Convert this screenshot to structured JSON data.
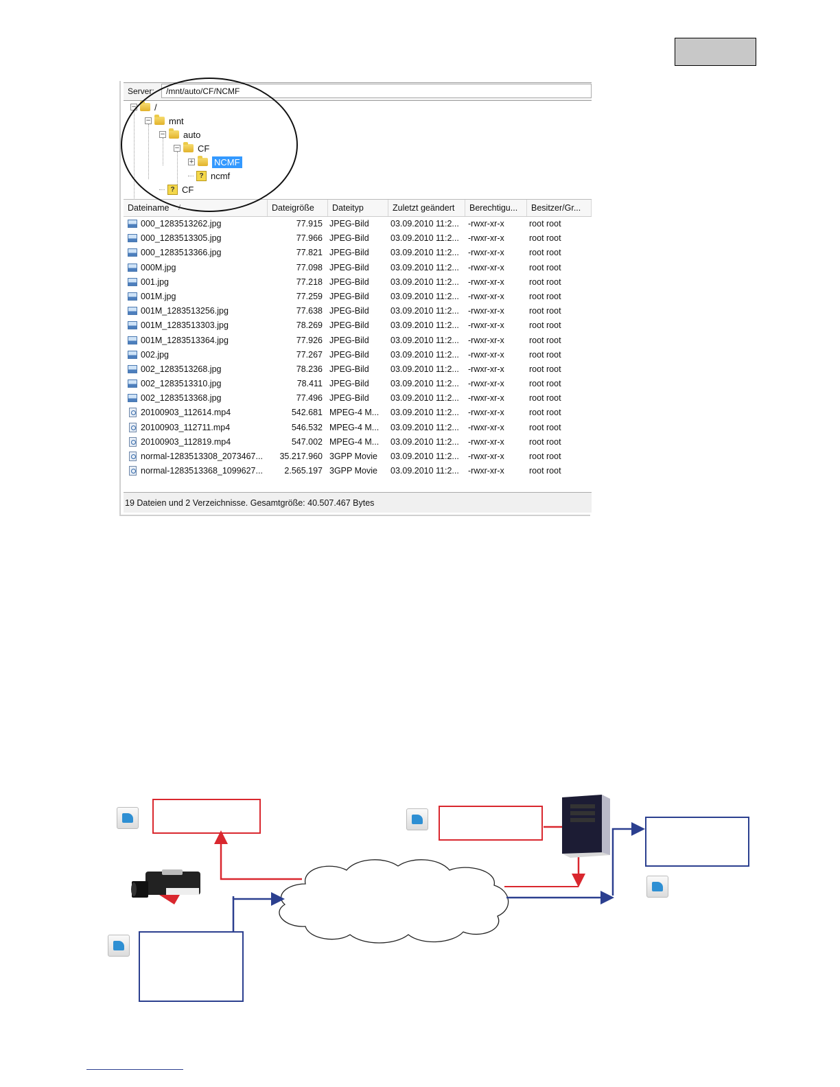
{
  "server": {
    "label": "Server:",
    "path": "/mnt/auto/CF/NCMF"
  },
  "tree": [
    {
      "label": "/",
      "level": 0,
      "icon": "folder-icon",
      "expander": "minus"
    },
    {
      "label": "mnt",
      "level": 1,
      "icon": "folder-icon",
      "expander": "minus"
    },
    {
      "label": "auto",
      "level": 2,
      "icon": "folder-icon",
      "expander": "minus"
    },
    {
      "label": "CF",
      "level": 3,
      "icon": "folder-icon",
      "expander": "minus"
    },
    {
      "label": "NCMF",
      "level": 4,
      "icon": "folder-icon",
      "expander": "plus",
      "selected": true
    },
    {
      "label": "ncmf",
      "level": 4,
      "icon": "unknown-icon",
      "expander": "none"
    },
    {
      "label": "CF",
      "level": 2,
      "icon": "unknown-icon",
      "expander": "none"
    }
  ],
  "columns": [
    "Dateiname",
    "Dateigröße",
    "Dateityp",
    "Zuletzt geändert",
    "Berechtigu...",
    "Besitzer/Gr..."
  ],
  "sort_indicator": "/",
  "files": [
    [
      "000_1283513262.jpg",
      "77.915",
      "JPEG-Bild",
      "03.09.2010 11:2...",
      "-rwxr-xr-x",
      "root root",
      "image"
    ],
    [
      "000_1283513305.jpg",
      "77.966",
      "JPEG-Bild",
      "03.09.2010 11:2...",
      "-rwxr-xr-x",
      "root root",
      "image"
    ],
    [
      "000_1283513366.jpg",
      "77.821",
      "JPEG-Bild",
      "03.09.2010 11:2...",
      "-rwxr-xr-x",
      "root root",
      "image"
    ],
    [
      "000M.jpg",
      "77.098",
      "JPEG-Bild",
      "03.09.2010 11:2...",
      "-rwxr-xr-x",
      "root root",
      "image"
    ],
    [
      "001.jpg",
      "77.218",
      "JPEG-Bild",
      "03.09.2010 11:2...",
      "-rwxr-xr-x",
      "root root",
      "image"
    ],
    [
      "001M.jpg",
      "77.259",
      "JPEG-Bild",
      "03.09.2010 11:2...",
      "-rwxr-xr-x",
      "root root",
      "image"
    ],
    [
      "001M_1283513256.jpg",
      "77.638",
      "JPEG-Bild",
      "03.09.2010 11:2...",
      "-rwxr-xr-x",
      "root root",
      "image"
    ],
    [
      "001M_1283513303.jpg",
      "78.269",
      "JPEG-Bild",
      "03.09.2010 11:2...",
      "-rwxr-xr-x",
      "root root",
      "image"
    ],
    [
      "001M_1283513364.jpg",
      "77.926",
      "JPEG-Bild",
      "03.09.2010 11:2...",
      "-rwxr-xr-x",
      "root root",
      "image"
    ],
    [
      "002.jpg",
      "77.267",
      "JPEG-Bild",
      "03.09.2010 11:2...",
      "-rwxr-xr-x",
      "root root",
      "image"
    ],
    [
      "002_1283513268.jpg",
      "78.236",
      "JPEG-Bild",
      "03.09.2010 11:2...",
      "-rwxr-xr-x",
      "root root",
      "image"
    ],
    [
      "002_1283513310.jpg",
      "78.411",
      "JPEG-Bild",
      "03.09.2010 11:2...",
      "-rwxr-xr-x",
      "root root",
      "image"
    ],
    [
      "002_1283513368.jpg",
      "77.496",
      "JPEG-Bild",
      "03.09.2010 11:2...",
      "-rwxr-xr-x",
      "root root",
      "image"
    ],
    [
      "20100903_112614.mp4",
      "542.681",
      "MPEG-4 M...",
      "03.09.2010 11:2...",
      "-rwxr-xr-x",
      "root root",
      "video"
    ],
    [
      "20100903_112711.mp4",
      "546.532",
      "MPEG-4 M...",
      "03.09.2010 11:2...",
      "-rwxr-xr-x",
      "root root",
      "video"
    ],
    [
      "20100903_112819.mp4",
      "547.002",
      "MPEG-4 M...",
      "03.09.2010 11:2...",
      "-rwxr-xr-x",
      "root root",
      "video"
    ],
    [
      "normal-1283513308_2073467...",
      "35.217.960",
      "3GPP Movie",
      "03.09.2010 11:2...",
      "-rwxr-xr-x",
      "root root",
      "video"
    ],
    [
      "normal-1283513368_1099627...",
      "2.565.197",
      "3GPP Movie",
      "03.09.2010 11:2...",
      "-rwxr-xr-x",
      "root root",
      "video"
    ]
  ],
  "status": "19 Dateien und 2 Verzeichnisse. Gesamtgröße: 40.507.467 Bytes",
  "colors": {
    "red": "#d9272e",
    "blue": "#2b3f8f",
    "selection": "#3399ff"
  }
}
